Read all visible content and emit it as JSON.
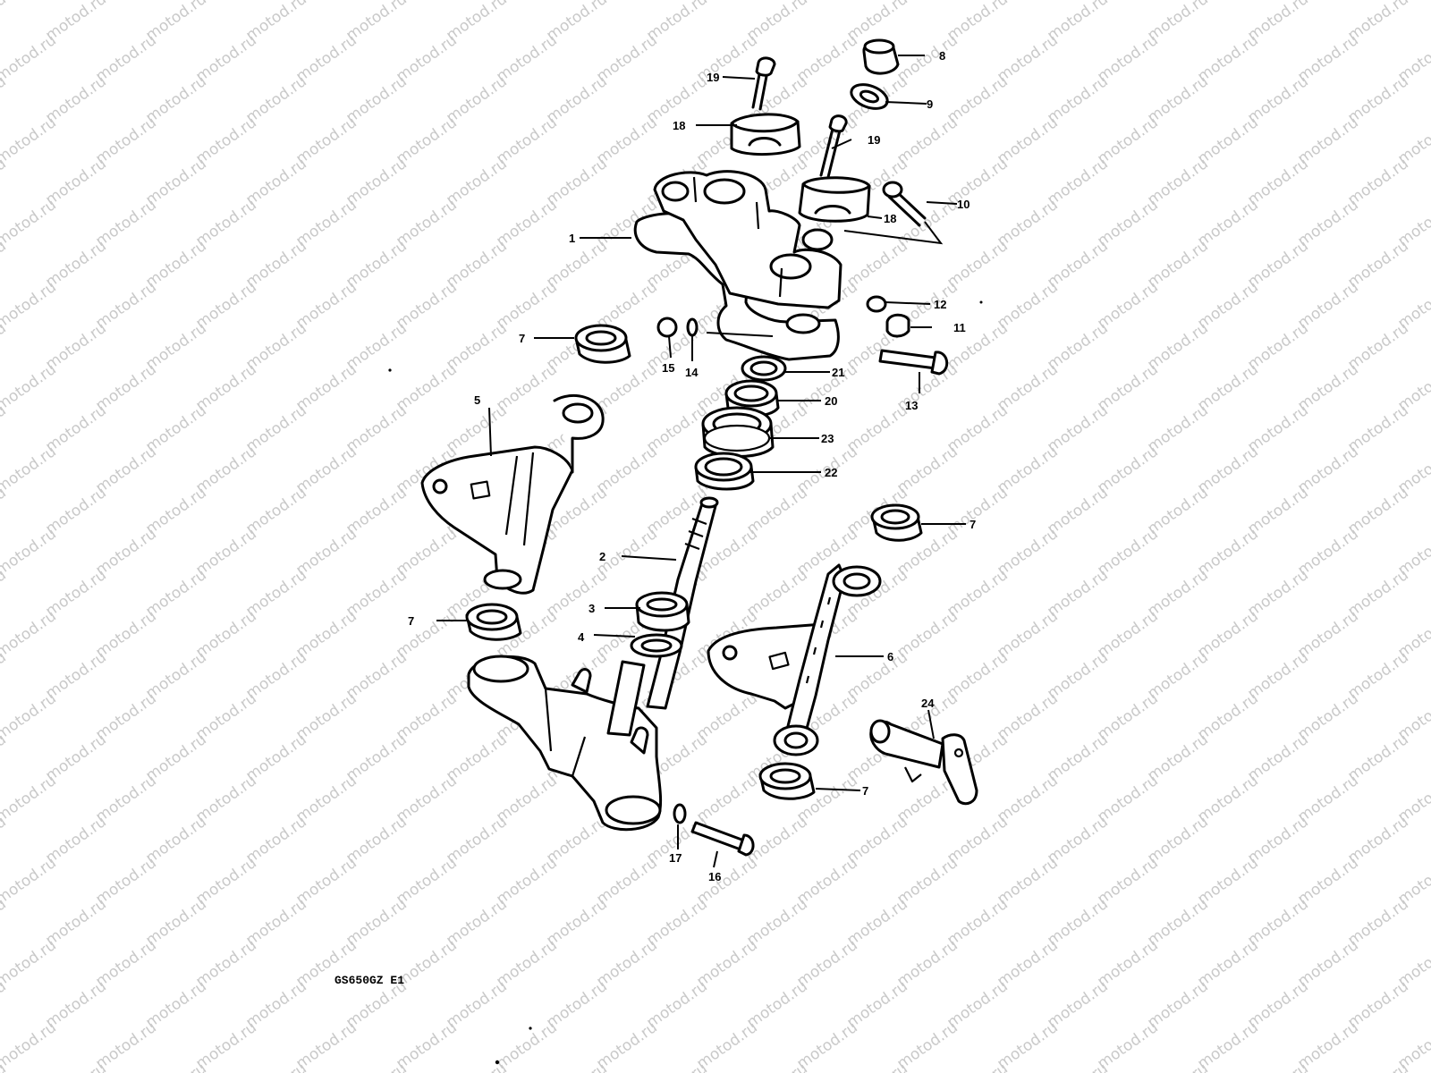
{
  "watermark": "motod.ru",
  "model_code": "GS650GZ E1",
  "callouts": [
    "1",
    "2",
    "3",
    "4",
    "5",
    "6",
    "7",
    "7",
    "7",
    "7",
    "8",
    "9",
    "10",
    "11",
    "12",
    "13",
    "14",
    "15",
    "16",
    "17",
    "18",
    "18",
    "19",
    "19",
    "20",
    "21",
    "22",
    "23",
    "24"
  ],
  "colors": {
    "ink": "#000000",
    "paper": "#ffffff",
    "watermark": "#c9c9c9"
  }
}
